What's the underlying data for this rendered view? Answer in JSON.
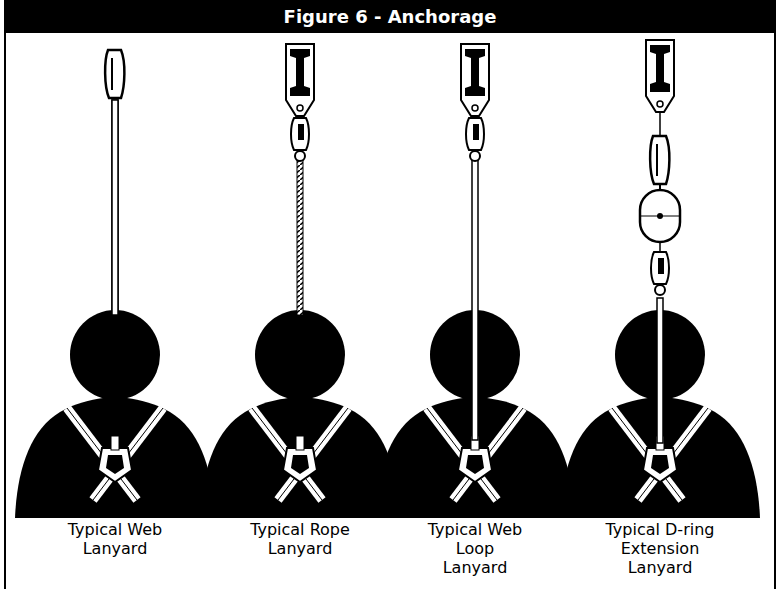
{
  "diagram": {
    "title": "Figure 6 - Anchorage",
    "labels": [
      "Typical Web Lanyard",
      "Typical Rope Lanyard",
      "Typical Web Loop Lanyard",
      "Typical D-ring Extension Lanyard"
    ]
  }
}
